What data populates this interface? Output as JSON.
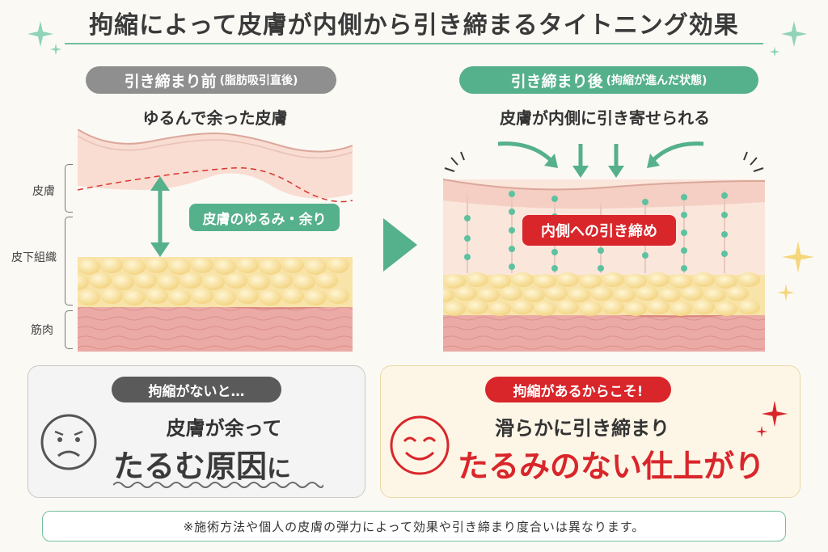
{
  "title": "拘縮によって皮膚が内側から引き締まるタイトニング効果",
  "before": {
    "badge": "引き締まり前",
    "badge_note": "(脂肪吸引直後)",
    "subtitle": "ゆるんで余った皮膚",
    "slack_label": "皮膚のゆるみ・余り"
  },
  "layers": {
    "skin": "皮膚",
    "subcutaneous": "皮下組織",
    "muscle": "筋肉"
  },
  "after": {
    "badge": "引き締まり後",
    "badge_note": "(拘縮が進んだ状態)",
    "subtitle": "皮膚が内側に引き寄せられる",
    "tighten_label": "内側への引き締め"
  },
  "without": {
    "badge": "拘縮がないと…",
    "line1": "皮膚が余って",
    "line2": "たるむ原因",
    "line2_suffix": "に"
  },
  "with": {
    "badge": "拘縮があるからこそ!",
    "line1": "滑らかに引き締まり",
    "line2": "たるみのない仕上がり"
  },
  "footnote": "※施術方法や個人の皮膚の弾力によって効果や引き締まり度合いは異なります。",
  "colors": {
    "accent_green": "#55b08c",
    "accent_red": "#d9262b",
    "gray": "#8f8f8f",
    "skin": "#f9dcd2",
    "fat": "#f7df9a",
    "muscle": "#e9a3a0"
  }
}
